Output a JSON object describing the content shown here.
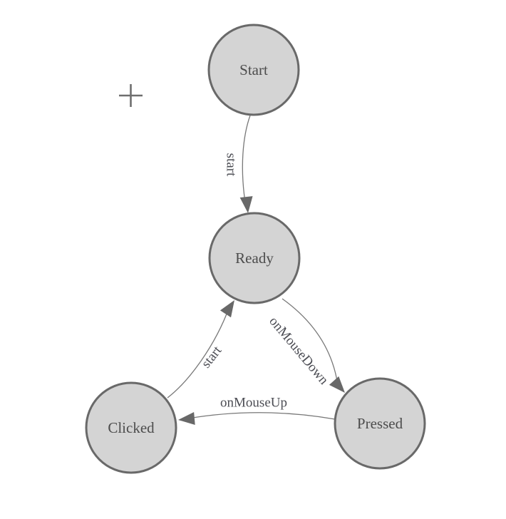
{
  "diagram": {
    "type": "finite-state-machine",
    "colors": {
      "node_fill": "#d4d4d4",
      "node_stroke": "#696969",
      "node_text": "#4c4c4c",
      "edge_stroke": "#787878",
      "edge_text": "#4b4c53",
      "arrow_fill": "#686868",
      "crosshair": "#6e6e6e"
    },
    "icons": {
      "origin_marker": "plus-crosshair",
      "arrowhead": "solid-triangle"
    },
    "nodes": [
      {
        "id": "start",
        "label": "Start"
      },
      {
        "id": "ready",
        "label": "Ready"
      },
      {
        "id": "clicked",
        "label": "Clicked"
      },
      {
        "id": "pressed",
        "label": "Pressed"
      }
    ],
    "edges": [
      {
        "from": "Start",
        "to": "Ready",
        "label": "start"
      },
      {
        "from": "Clicked",
        "to": "Ready",
        "label": "start"
      },
      {
        "from": "Ready",
        "to": "Pressed",
        "label": "onMouseDown"
      },
      {
        "from": "Pressed",
        "to": "Clicked",
        "label": "onMouseUp"
      }
    ]
  }
}
